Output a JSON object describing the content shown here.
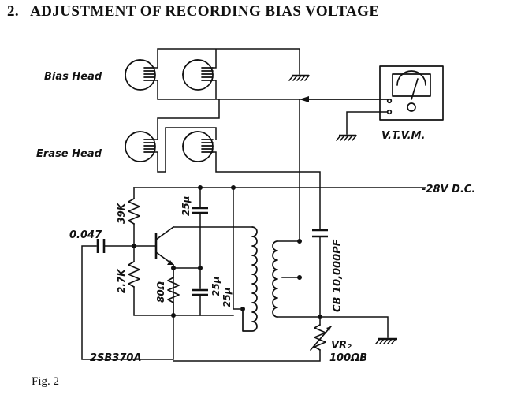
{
  "header": {
    "section_number": "2.",
    "title": "ADJUSTMENT OF RECORDING BIAS VOLTAGE"
  },
  "labels": {
    "bias_head": "Bias Head",
    "erase_head": "Erase Head",
    "vtvm": "V.T.V.M.",
    "supply": "-28V D.C.",
    "r_39k": "39K",
    "r_2_7k": "2.7K",
    "c_0047": "0.047",
    "c_25u_top": "25μ",
    "c_25u_mid": "25μ",
    "c_25u_low": "25μ",
    "r_80": "80Ω",
    "cb_value": "CB 10,000PF",
    "vr2_name": "VR₂",
    "vr2_value": "100ΩB",
    "transistor": "2SB370A"
  },
  "caption": "Fig. 2"
}
